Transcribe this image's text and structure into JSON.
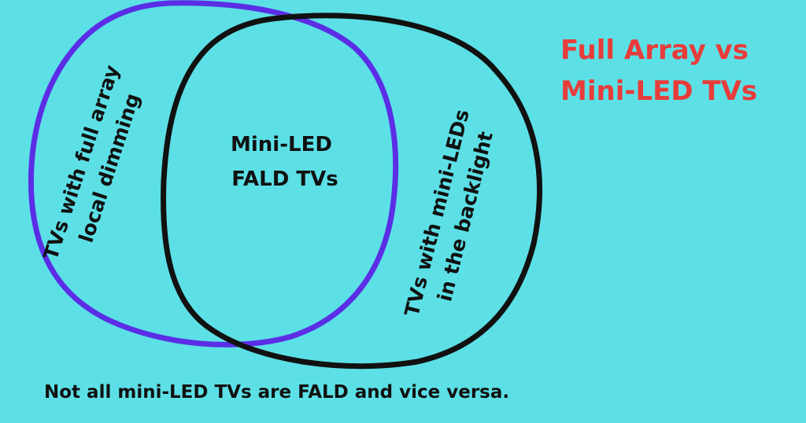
{
  "title": {
    "line1": "Full Array vs",
    "line2": "Mini-LED TVs"
  },
  "sets": {
    "full_array": {
      "line1": "TVs with full array",
      "line2": "local dimming",
      "outline_color": "#5b2ee6"
    },
    "mini_led": {
      "line1": "TVs with mini-LEDs",
      "line2": "in the backlight",
      "outline_color": "#111111"
    }
  },
  "intersection": {
    "line1": "Mini-LED",
    "line2": "FALD TVs"
  },
  "caption": "Not all mini-LED TVs are FALD and vice versa.",
  "colors": {
    "background": "#5ce0e6",
    "title": "#e83c3a",
    "text": "#111111"
  }
}
